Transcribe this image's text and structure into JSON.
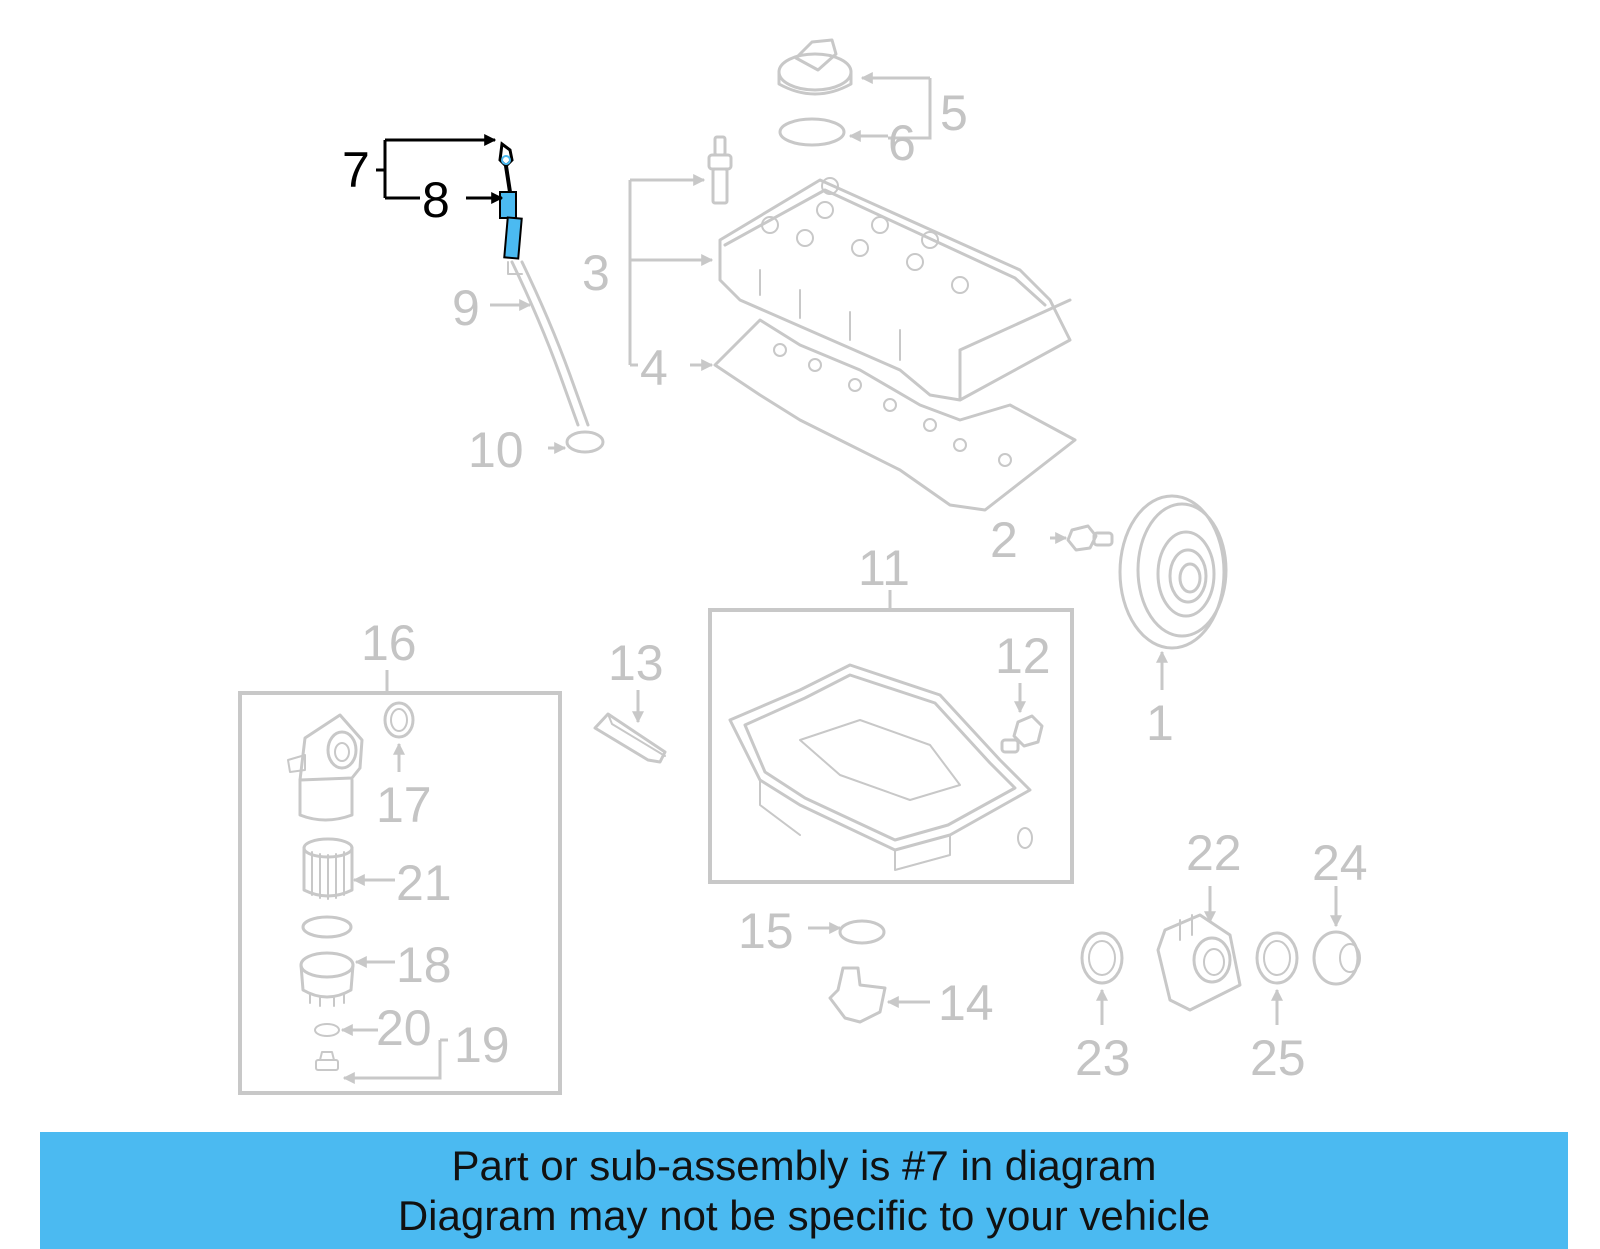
{
  "diagram": {
    "highlight_color": "#4bbaf1",
    "callouts": [
      {
        "id": "1",
        "label": "1"
      },
      {
        "id": "2",
        "label": "2"
      },
      {
        "id": "3",
        "label": "3"
      },
      {
        "id": "4",
        "label": "4"
      },
      {
        "id": "5",
        "label": "5"
      },
      {
        "id": "6",
        "label": "6"
      },
      {
        "id": "7",
        "label": "7",
        "highlighted": true
      },
      {
        "id": "8",
        "label": "8",
        "highlighted": true
      },
      {
        "id": "9",
        "label": "9"
      },
      {
        "id": "10",
        "label": "10"
      },
      {
        "id": "11",
        "label": "11"
      },
      {
        "id": "12",
        "label": "12"
      },
      {
        "id": "13",
        "label": "13"
      },
      {
        "id": "14",
        "label": "14"
      },
      {
        "id": "15",
        "label": "15"
      },
      {
        "id": "16",
        "label": "16"
      },
      {
        "id": "17",
        "label": "17"
      },
      {
        "id": "18",
        "label": "18"
      },
      {
        "id": "19",
        "label": "19"
      },
      {
        "id": "20",
        "label": "20"
      },
      {
        "id": "21",
        "label": "21"
      },
      {
        "id": "22",
        "label": "22"
      },
      {
        "id": "23",
        "label": "23"
      },
      {
        "id": "24",
        "label": "24"
      },
      {
        "id": "25",
        "label": "25"
      }
    ]
  },
  "banner": {
    "line1": "Part or sub-assembly is #7 in diagram",
    "line2": "Diagram may not be specific to your vehicle",
    "background_color": "#4bbaf1"
  }
}
